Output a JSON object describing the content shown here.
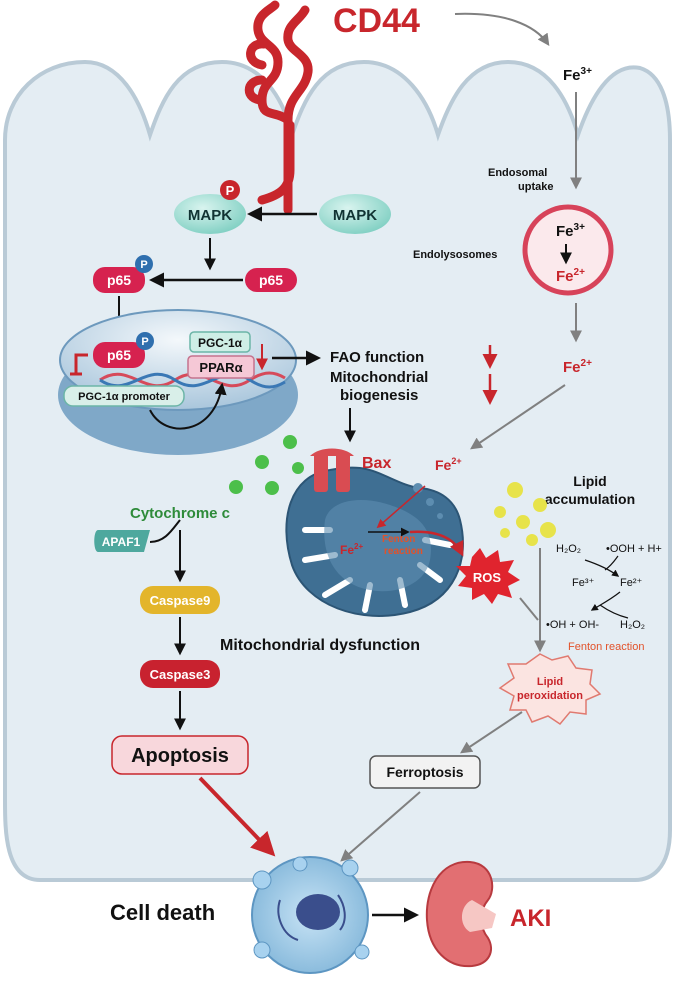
{
  "receptor": {
    "name": "CD44"
  },
  "mapk": {
    "phospho": "MAPK",
    "plain": "MAPK",
    "p_badge": "P"
  },
  "p65": {
    "phospho": "p65",
    "plain": "p65",
    "nuclear": "p65",
    "p_badge": "P"
  },
  "nucleus": {
    "pgc": "PGC-1α",
    "ppar": "PPARα",
    "promoter": "PGC-1α promoter"
  },
  "fao": {
    "line1": "FAO function",
    "line2": "Mitochondrial",
    "line3": "biogenesis"
  },
  "iron": {
    "fe3_outside": "Fe",
    "fe3_outside_sup": "3+",
    "endosomal_1": "Endosomal",
    "endosomal_2": "uptake",
    "endolysosomes": "Endolysosomes",
    "fe3_in": "Fe",
    "fe3_in_sup": "3+",
    "fe2_in": "Fe",
    "fe2_in_sup": "2+",
    "fe2_below": "Fe",
    "fe2_below_sup": "2+",
    "fe2_mito_side": "Fe",
    "fe2_mito_side_sup": "2+",
    "fe2_inner": "Fe",
    "fe2_inner_sup": "2+"
  },
  "mito": {
    "bax": "Bax",
    "fenton_1": "Fenton",
    "fenton_2": "reaction",
    "ros": "ROS",
    "dysfunction": "Mitochondrial dysfunction"
  },
  "apoptosis": {
    "cytc": "Cytochrome c",
    "apaf1": "APAF1",
    "casp9": "Caspase9",
    "casp3": "Caspase3",
    "apoptosis": "Apoptosis"
  },
  "lipid": {
    "acc_1": "Lipid",
    "acc_2": "accumulation",
    "h2o2_top": "H₂O₂",
    "ooh": "•OOH + H+",
    "fe3": "Fe³⁺",
    "fe2": "Fe²⁺",
    "oh": "•OH + OH-",
    "h2o2_bottom": "H₂O₂",
    "fenton": "Fenton reaction",
    "perox_1": "Lipid",
    "perox_2": "peroxidation",
    "ferroptosis": "Ferroptosis"
  },
  "outcome": {
    "cell_death": "Cell death",
    "aki": "AKI"
  },
  "colors": {
    "cell_fill": "#e4edf3",
    "cell_stroke": "#b9cad6",
    "red": "#c8262c",
    "mapk_fill": "#a6e0d6",
    "p65_fill": "#d6224f",
    "mito_fill": "#3f6f93",
    "casp9_fill": "#e3b52b",
    "casp3_fill": "#c8222f",
    "apaf1_fill": "#4ea89e",
    "green_text": "#2e8b3a",
    "orange": "#e2522a"
  }
}
